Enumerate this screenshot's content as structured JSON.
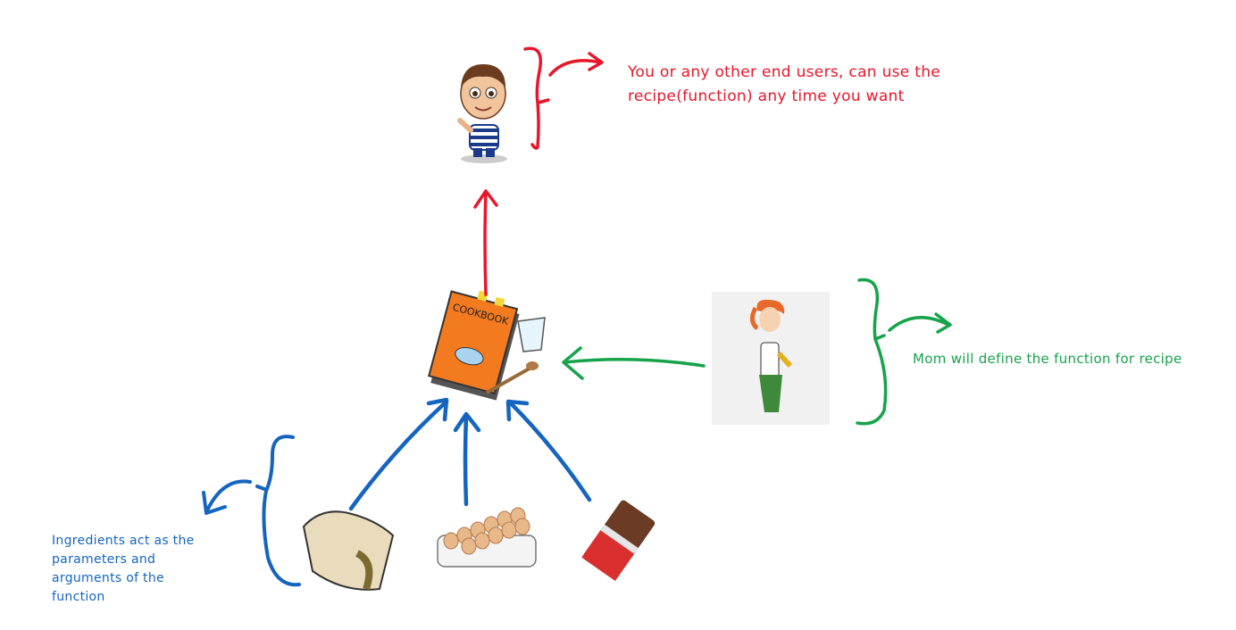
{
  "annotations": {
    "end_users": "You or any other end users, can use the recipe(function) any time you want",
    "mom": "Mom will define the function for recipe",
    "ingredients": "Ingredients act as the parameters and arguments of the function"
  },
  "figures": {
    "boy": "end-user-boy",
    "cookbook": "cookbook",
    "cookbook_label": "COOKBOOK",
    "mom": "mom",
    "ingredients": [
      "flour-bag",
      "eggs",
      "chocolate-bar"
    ]
  },
  "colors": {
    "red": "#e8162b",
    "green": "#16a34a",
    "blue": "#1565c0"
  }
}
